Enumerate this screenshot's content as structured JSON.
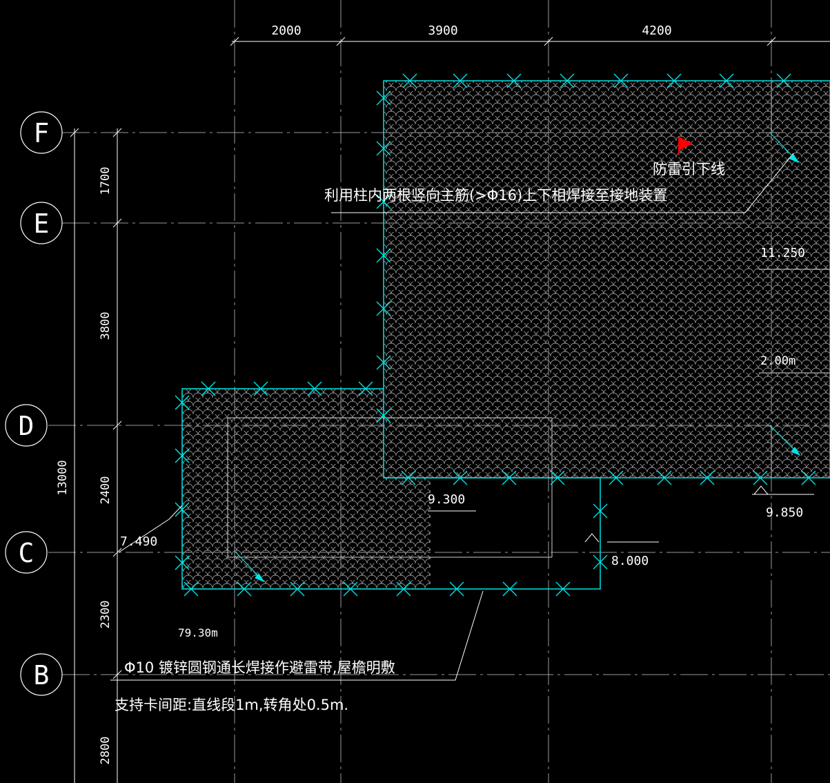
{
  "colors": {
    "background": "#000000",
    "axis_line": "#ffffff",
    "roof_outline": "#00e5e5",
    "flag": "#ff0000",
    "text": "#ffffff"
  },
  "axes": {
    "horizontal": [
      {
        "label": "F"
      },
      {
        "label": "E"
      },
      {
        "label": "D"
      },
      {
        "label": "C"
      },
      {
        "label": "B"
      }
    ]
  },
  "dimensions": {
    "top": [
      "2000",
      "3900",
      "4200"
    ],
    "left": [
      "1700",
      "3800",
      "2400",
      "2300",
      "2800"
    ],
    "left_total": "13000"
  },
  "elevations": {
    "e_11250": "11.250",
    "e_9300": "9.300",
    "e_9850": "9.850",
    "e_8000": "8.000",
    "e_7490": "7.490",
    "e_200m": "2.00m",
    "e_7930m": "79.30m"
  },
  "annotations": {
    "down_conductor": "防雷引下线",
    "rebar_note": "利用柱内两根竖向主筋(>Φ16)上下相焊接至接地装置",
    "belt_note": "Φ10 镀锌圆钢通长焊接作避雷带,屋檐明敷",
    "support_note": "支持卡间距:直线段1m,转角处0.5m."
  },
  "icons": {
    "flag": "flag-icon",
    "arrow": "arrow-icon",
    "cross": "cross-mark-icon"
  }
}
